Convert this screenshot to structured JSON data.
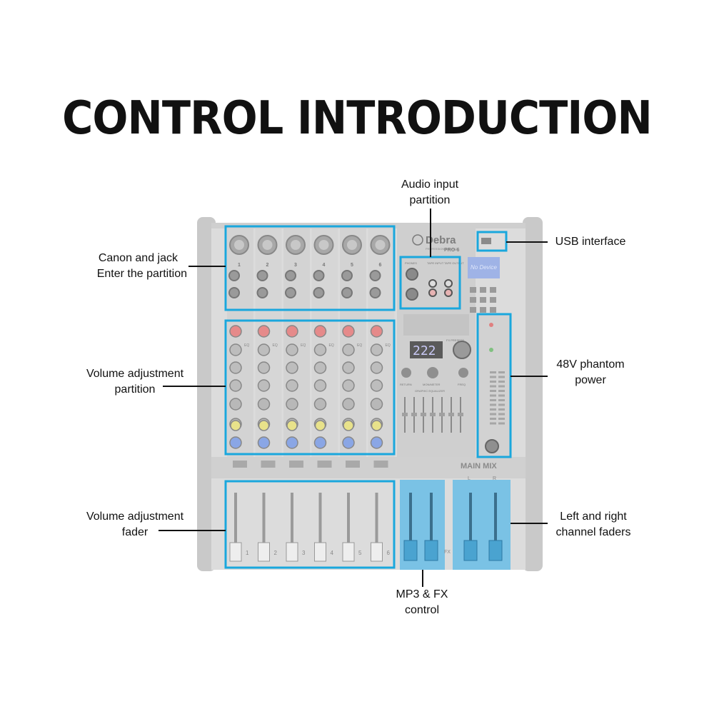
{
  "title": "CONTROL INTRODUCTION",
  "device": {
    "brand": "Debra",
    "brand_sub": "PROFESSIONAL AUDIO",
    "model": "PRO-6",
    "display_text": "No Device",
    "fx_display": "222",
    "main_mix_label": "MAIN MIX",
    "channel_numbers": [
      "1",
      "2",
      "3",
      "4",
      "5",
      "6"
    ],
    "fader_numbers": [
      "1",
      "2",
      "3",
      "4",
      "5",
      "6"
    ],
    "labels_small": {
      "phones": "PHONES",
      "tape_input": "TAPE INPUT",
      "tape_output": "TAPE OUTPUT",
      "eq": "EQ",
      "fx_presets": "FX PRESETS",
      "return": "RETURN",
      "mon_meter": "MON/METER",
      "freq": "FREQ",
      "graphic_eq": "GRAPHIC EQUALIZER",
      "fx": "FX",
      "l": "L",
      "r": "R"
    }
  },
  "callouts": {
    "audio_input": [
      "Audio input",
      "partition"
    ],
    "usb": [
      "USB interface"
    ],
    "canon_jack": [
      "Canon and jack",
      "Enter the partition"
    ],
    "volume_adjust_partition": [
      "Volume adjustment",
      "partition"
    ],
    "phantom": [
      "48V phantom",
      "power"
    ],
    "volume_fader": [
      "Volume adjustment",
      "fader"
    ],
    "lr_faders": [
      "Left and right",
      "channel faders"
    ],
    "mp3_fx": [
      "MP3 & FX",
      "control"
    ]
  },
  "colors": {
    "highlight": "#1aa7dd",
    "highlight_fill": "#6fbfe6",
    "mixer_body": "#d9d9d9",
    "mixer_dark": "#b3b3b3"
  }
}
